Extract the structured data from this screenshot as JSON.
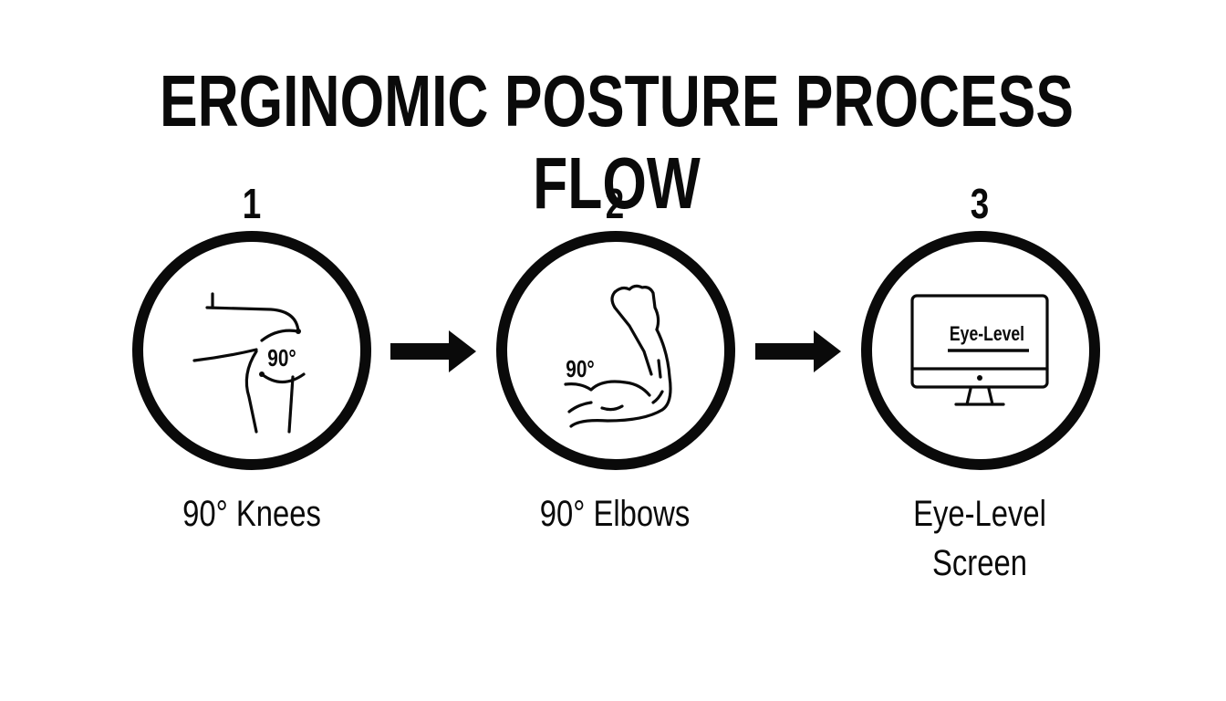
{
  "title": "ERGINOMIC POSTURE PROCESS FLOW",
  "steps": [
    {
      "number": "1",
      "icon": "knee-90-degree-icon",
      "icon_text": "90°",
      "label": "90° Knees"
    },
    {
      "number": "2",
      "icon": "flexed-arm-90-degree-icon",
      "icon_text": "90°",
      "label": "90° Elbows"
    },
    {
      "number": "3",
      "icon": "monitor-icon",
      "icon_text": "Eye-Level",
      "label_line1": "Eye-Level",
      "label_line2": "Screen"
    }
  ],
  "connectors": [
    "arrow-right",
    "arrow-right"
  ],
  "colors": {
    "ink": "#0a0a0a",
    "background": "#ffffff"
  }
}
